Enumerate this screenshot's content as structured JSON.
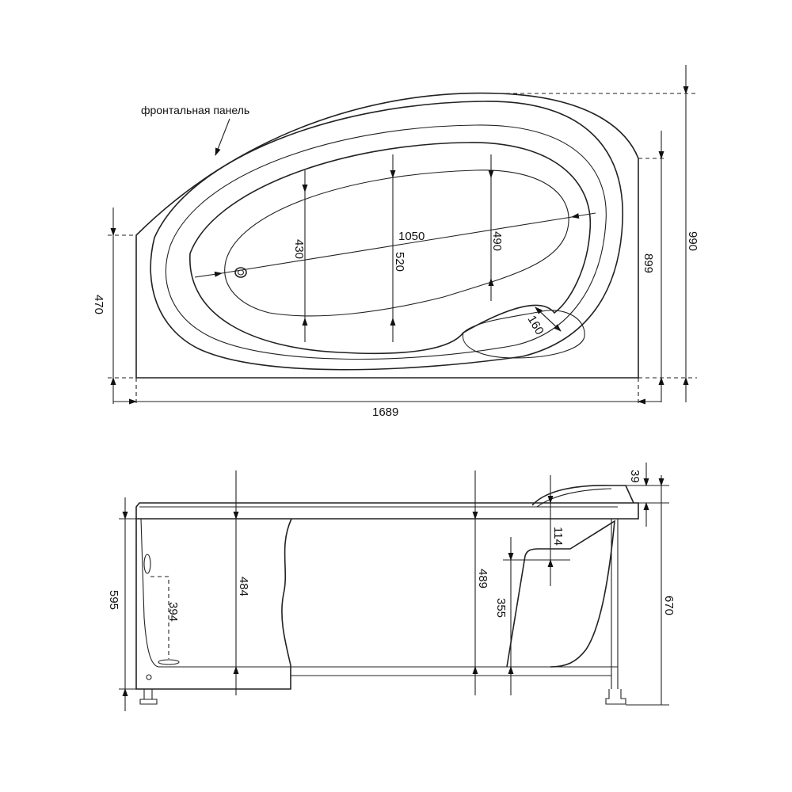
{
  "top_view": {
    "panel_label": "фронтальная панель",
    "dims": {
      "d430": "430",
      "d1050": "1050",
      "d520": "520",
      "d490": "490",
      "d160": "160",
      "d470": "470",
      "d899": "899",
      "d990": "990",
      "d1689": "1689"
    }
  },
  "side_view": {
    "dims": {
      "d39": "39",
      "d114": "114",
      "d489": "489",
      "d355": "355",
      "d484": "484",
      "d394": "394",
      "d595": "595",
      "d670": "670"
    }
  }
}
